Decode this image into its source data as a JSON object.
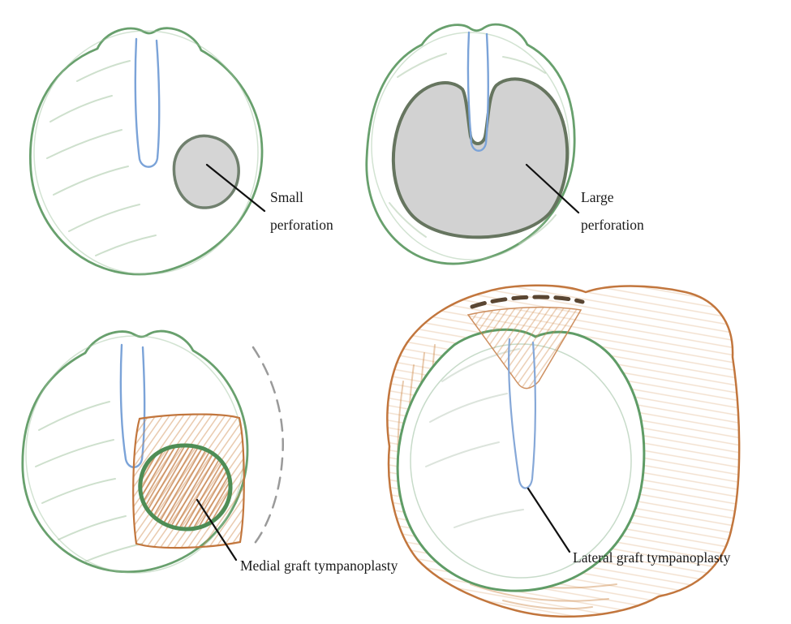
{
  "diagram": {
    "description_labels_only": "hand-drawn eardrum tympanoplasty diagram",
    "panels": [
      {
        "name": "small-perforation",
        "label": "Small perforation"
      },
      {
        "name": "large-perforation",
        "label": "Large perforation"
      },
      {
        "name": "medial-graft",
        "label": "Medial graft tympanoplasty"
      },
      {
        "name": "lateral-graft",
        "label": "Lateral graft tympanoplasty"
      }
    ],
    "colors": {
      "membrane_outline": "#68a06d",
      "membrane_shading": "#aecbac",
      "malleus_blue": "#7ba3d8",
      "perforation_fill": "#d5d5d5",
      "perforation_outline": "#70806e",
      "graft_orange": "#c2763d",
      "dashed_gray": "#9a9a9a",
      "pointer_black": "#111111",
      "label_text": "#1a1a1a"
    }
  }
}
